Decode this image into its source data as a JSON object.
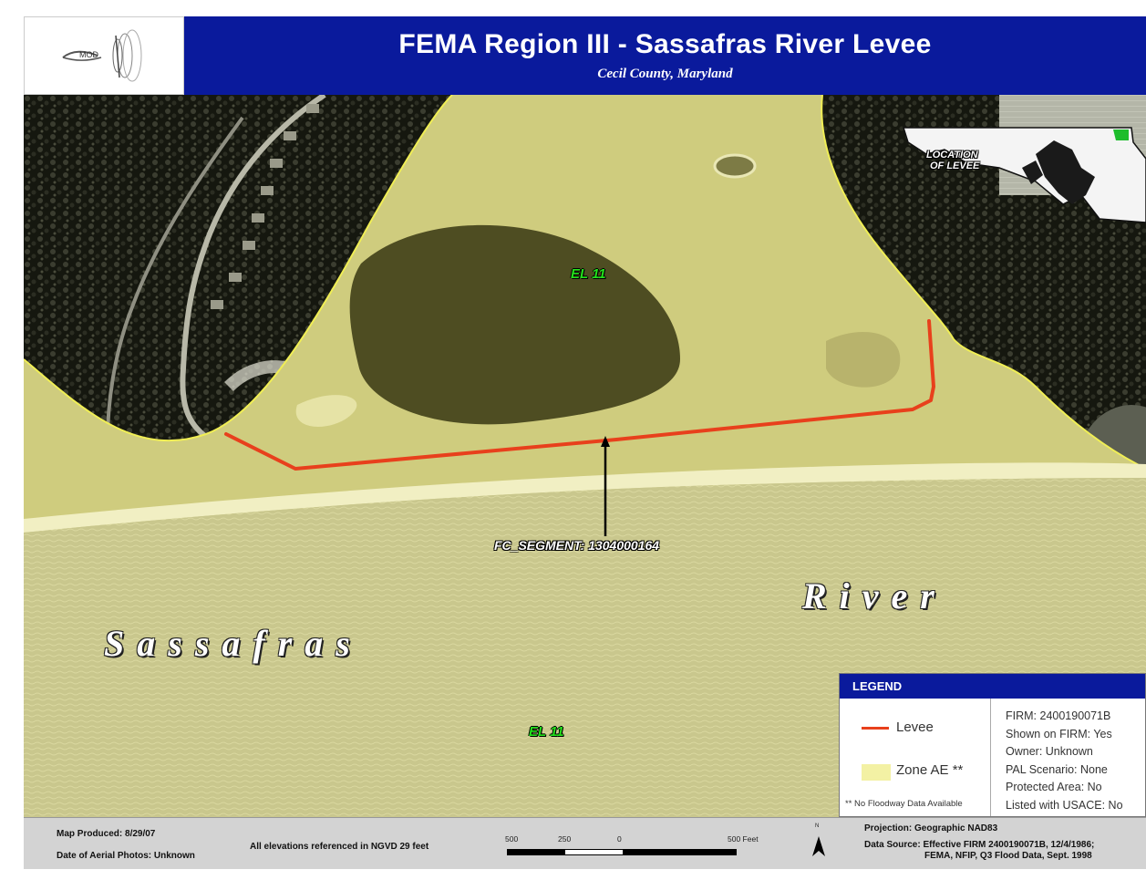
{
  "header": {
    "logo_text": "MOD",
    "title": "FEMA Region III - Sassafras River Levee",
    "subtitle": "Cecil County, Maryland"
  },
  "map": {
    "elevation_labels": [
      "EL 11",
      "EL 11"
    ],
    "segment_label": "FC_SEGMENT: 1304000164",
    "river_words": [
      "Sassafras",
      "River"
    ],
    "inset": {
      "label_line1": "LOCATION",
      "label_line2": "OF LEVEE"
    },
    "colors": {
      "zone_ae": "#f3f1a4",
      "levee": "#e8401c",
      "header_blue": "#0a1a9c",
      "el_label": "#24e21c"
    }
  },
  "legend": {
    "heading": "LEGEND",
    "levee_label": "Levee",
    "zone_label": "Zone AE **",
    "note": "** No Floodway Data Available",
    "details": [
      "FIRM: 2400190071B",
      "Shown on FIRM: Yes",
      "Owner: Unknown",
      "PAL Scenario: None",
      "Protected Area: No",
      "Listed with USACE: No"
    ]
  },
  "footer": {
    "map_produced": "Map Produced: 8/29/07",
    "aerial_photos": "Date of Aerial Photos: Unknown",
    "elevation_ref": "All elevations referenced in NGVD 29 feet",
    "scale_ticks": [
      "500",
      "250",
      "0",
      "500 Feet"
    ],
    "north_letter": "N",
    "projection": "Projection:  Geographic NAD83",
    "data_source_line1": "Data Source: Effective FIRM 2400190071B, 12/4/1986;",
    "data_source_line2": "FEMA, NFIP, Q3 Flood Data, Sept. 1998"
  }
}
